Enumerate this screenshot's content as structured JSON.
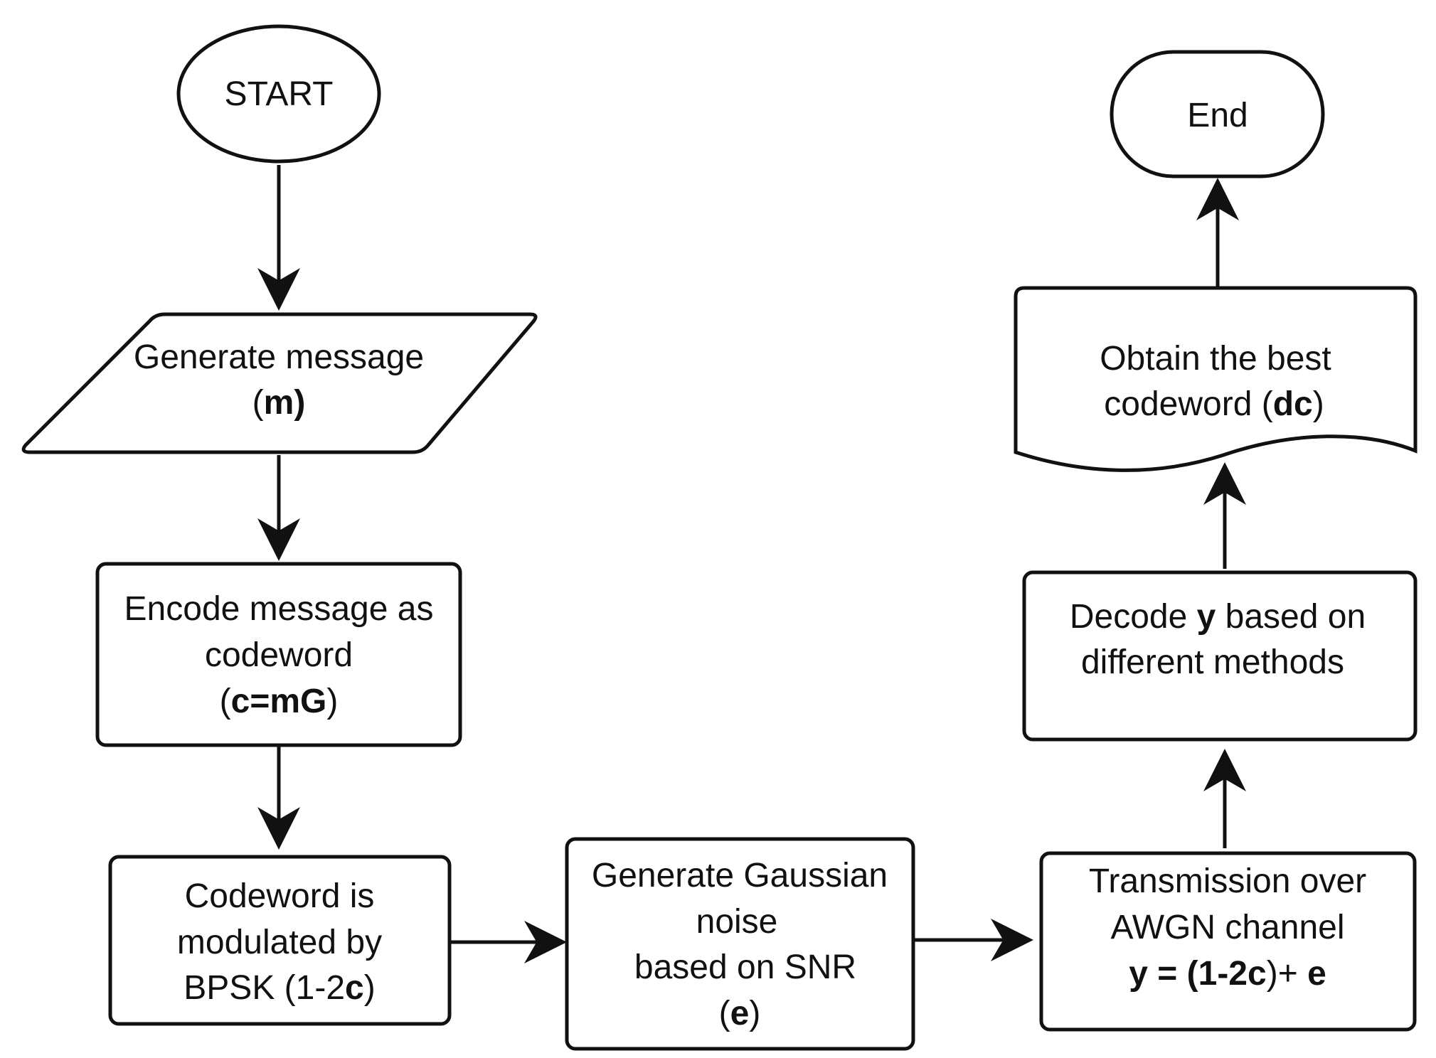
{
  "nodes": {
    "start": {
      "label": "START"
    },
    "generate_message": {
      "line1": "Generate message",
      "var": "m"
    },
    "encode": {
      "line1": "Encode message as",
      "line2": "codeword",
      "var": "c=mG"
    },
    "modulate": {
      "line1": "Codeword is",
      "line2": "modulated by",
      "line3_prefix": "BPSK (1-2",
      "var": "c"
    },
    "noise": {
      "line1": "Generate Gaussian",
      "line2": "noise",
      "line3": "based on SNR",
      "var": "e"
    },
    "transmission": {
      "line1": "Transmission over",
      "line2": "AWGN channel",
      "eq_y": "y",
      "eq_eq": " = (1-2",
      "eq_c": "c",
      "eq_plus": ")+ ",
      "eq_e": "e"
    },
    "decode": {
      "prefix": "Decode ",
      "var": "y",
      "suffix": " based on",
      "line2": "different methods"
    },
    "best_codeword": {
      "line1": "Obtain the best",
      "prefix": "codeword (",
      "var": "dc"
    },
    "end": {
      "label": "End"
    }
  },
  "colors": {
    "stroke": "#111111",
    "fill": "#ffffff",
    "text": "#111111"
  },
  "icons": {
    "arrow_head": "filled-triangle"
  }
}
